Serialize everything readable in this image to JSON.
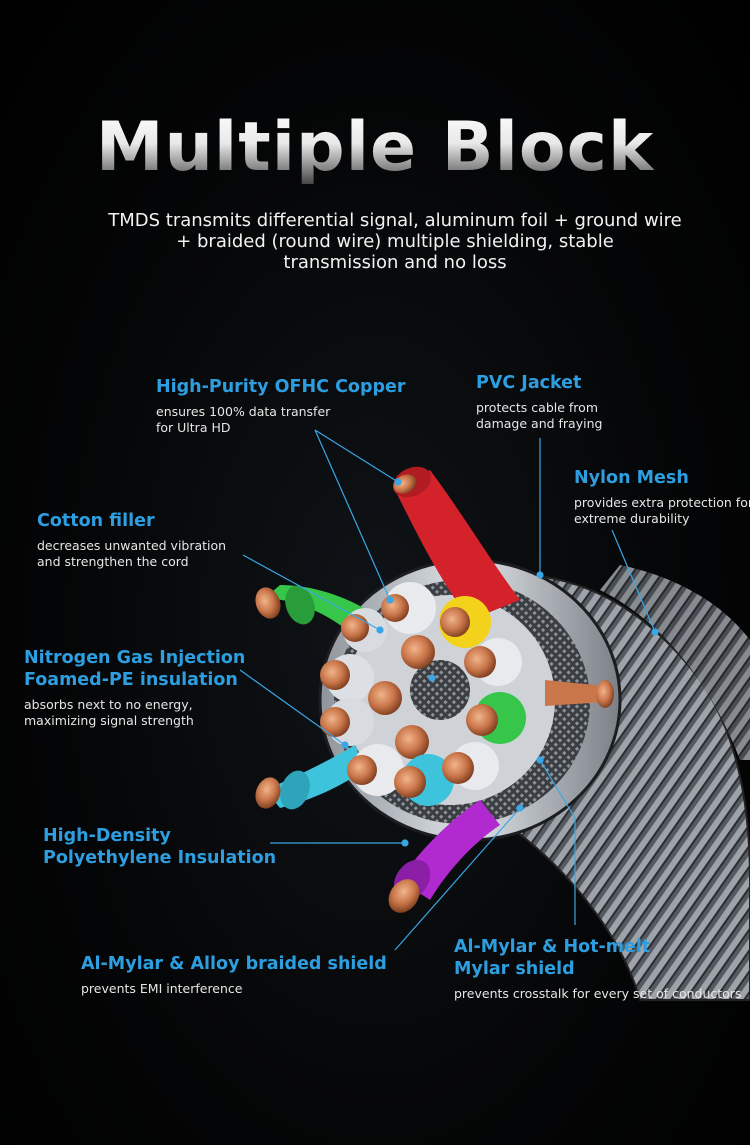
{
  "title": "Multiple Block",
  "subtitle_lines": [
    "TMDS transmits differential signal, aluminum foil + ground wire",
    "+ braided (round wire) multiple shielding, stable",
    "transmission and no loss"
  ],
  "callouts": {
    "copper": {
      "heading": [
        "High-Purity OFHC Copper"
      ],
      "description": [
        "ensures 100% data transfer",
        "for Ultra HD"
      ]
    },
    "pvc": {
      "heading": [
        "PVC Jacket"
      ],
      "description": [
        "protects cable from",
        "damage and fraying"
      ]
    },
    "nylon": {
      "heading": [
        "Nylon Mesh"
      ],
      "description": [
        "provides extra protection for",
        "extreme durability"
      ]
    },
    "cotton": {
      "heading": [
        "Cotton filler"
      ],
      "description": [
        "decreases unwanted vibration",
        "and strengthen the cord"
      ]
    },
    "nitrogen": {
      "heading": [
        "Nitrogen Gas Injection",
        "Foamed-PE insulation"
      ],
      "description": [
        "absorbs next to no energy,",
        "maximizing signal strength"
      ]
    },
    "hdpe": {
      "heading": [
        "High-Density",
        "Polyethylene Insulation"
      ],
      "description": []
    },
    "braided": {
      "heading": [
        "Al-Mylar & Alloy braided shield"
      ],
      "description": [
        "prevents EMI interference"
      ]
    },
    "hotmelt": {
      "heading": [
        "Al-Mylar & Hot-melt",
        "Mylar shield"
      ],
      "description": [
        "prevents crosstalk for every set of conductors"
      ]
    }
  },
  "colors": {
    "accent_heading": "#2d9ee0",
    "leader_line": "#3aa6e6",
    "wire_red": "#d4222a",
    "wire_green": "#35c64a",
    "wire_cyan": "#3ec3dc",
    "wire_purple": "#b02ad0",
    "wire_yellow": "#f2d21a",
    "copper": "#c9764a"
  }
}
